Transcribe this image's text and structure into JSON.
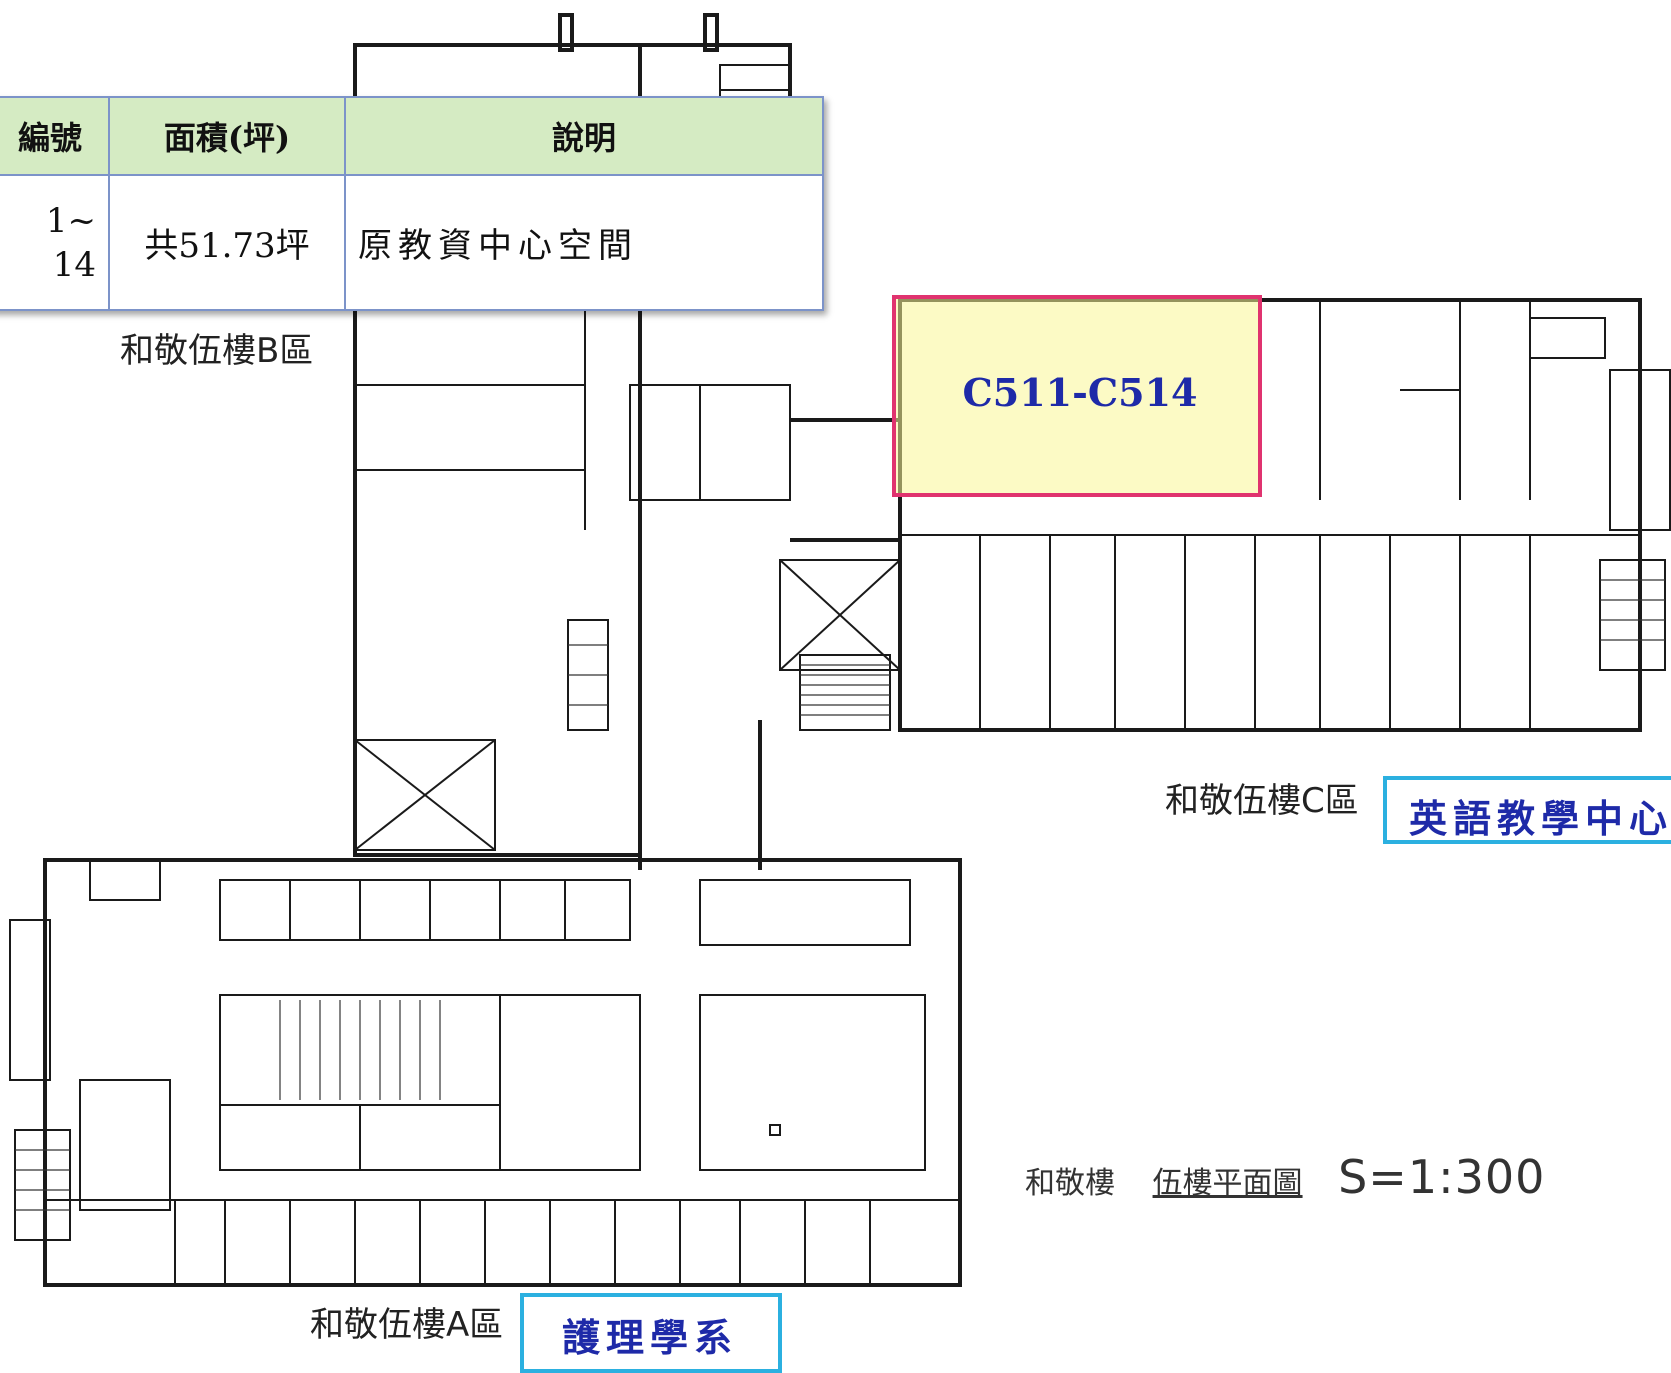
{
  "table": {
    "headers": [
      "編號",
      "面積(坪)",
      "說明"
    ],
    "row": {
      "number_line1": "1~",
      "number_line2": "14",
      "area": "共51.73坪",
      "description": "原教資中心空間"
    }
  },
  "highlight": {
    "label": "C511-C514"
  },
  "zones": {
    "b": "和敬伍樓B區",
    "c": "和敬伍樓C區",
    "a": "和敬伍樓A區"
  },
  "callouts": {
    "english_center": "英語教學中心",
    "nursing": "護理學系"
  },
  "caption": {
    "building": "和敬樓",
    "plan": "伍樓平面圖",
    "scale": "S=1:300"
  },
  "colors": {
    "highlight_border": "#e0336f",
    "highlight_fill": "#faf596",
    "callout_border": "#2bb0e0",
    "label_text": "#1e2aa8",
    "table_header": "#d5ebc3",
    "table_border": "#7c93c9"
  }
}
